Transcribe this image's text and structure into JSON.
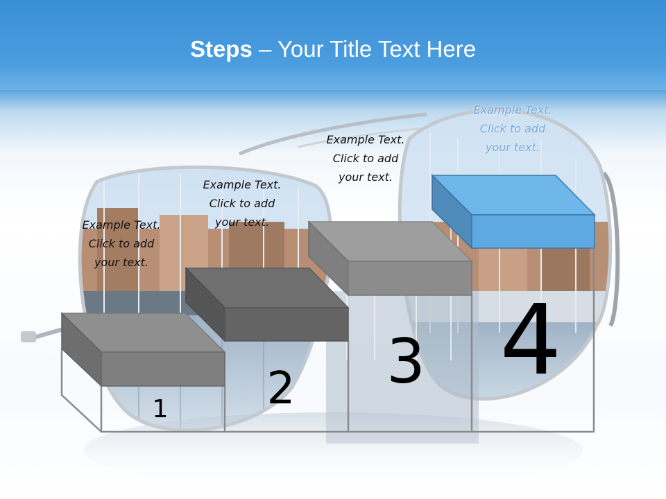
{
  "title": {
    "bold": "Steps",
    "rest": " – Your Title Text Here"
  },
  "steps": [
    {
      "number": "1",
      "line1": "Example Text.",
      "line2": "Click  to add",
      "line3": "your text."
    },
    {
      "number": "2",
      "line1": "Example Text.",
      "line2": "Click  to add",
      "line3": "your text."
    },
    {
      "number": "3",
      "line1": "Example Text.",
      "line2": "Click  to add",
      "line3": "your text."
    },
    {
      "number": "4",
      "line1": "Example Text.",
      "line2": "Click  to add",
      "line3": "your text."
    }
  ],
  "colors": {
    "header": "#3f93d6",
    "block_gray": "#808080",
    "block_accent": "#64aee6"
  }
}
